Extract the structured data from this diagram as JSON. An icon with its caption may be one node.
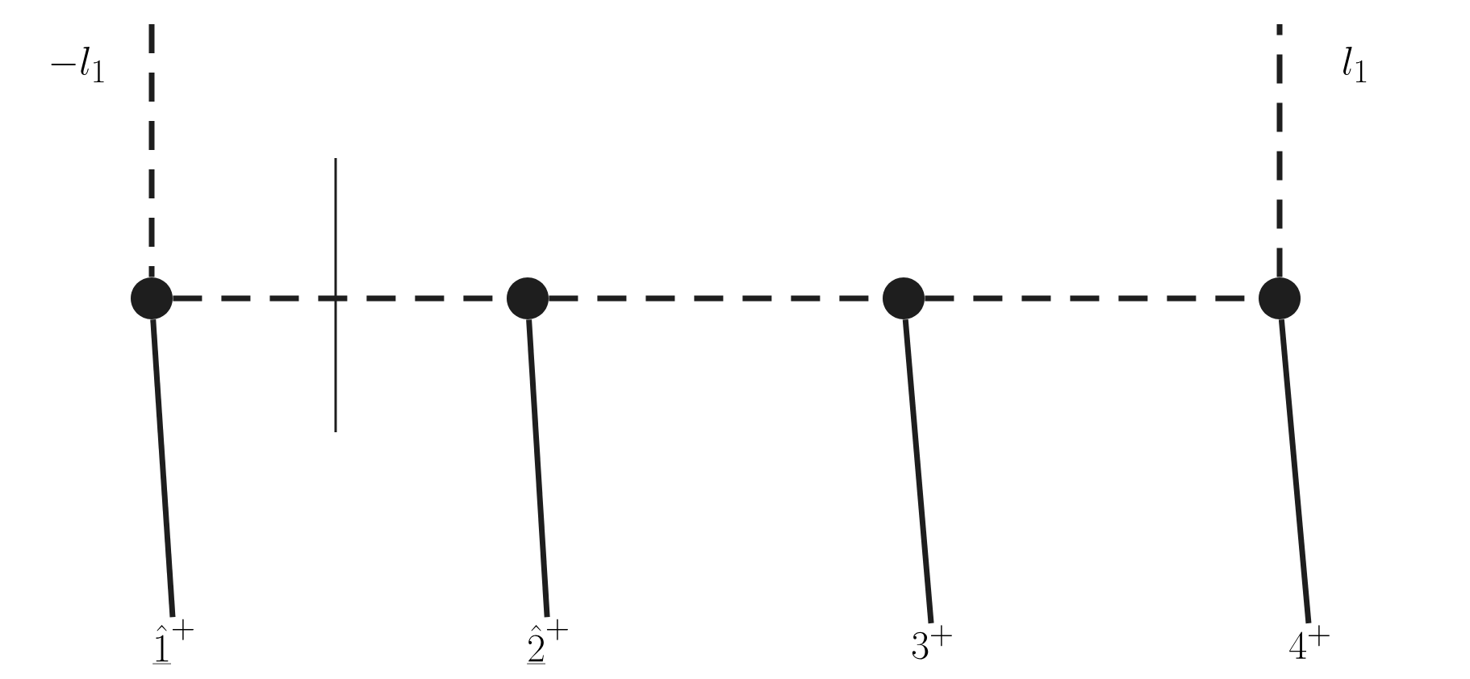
{
  "diagram": {
    "nodes": [
      {
        "text": [],
        "shape": "circle"
      },
      {
        "text": [],
        "shape": "circle"
      },
      {
        "text": [],
        "shape": "circle"
      },
      {
        "text": [],
        "shape": "circle"
      },
      {
        "text": [
          "\\underline{\\hat{1}}^{+}"
        ]
      },
      {
        "text": [
          "\\underline{\\hat{2}}^{+}"
        ]
      },
      {
        "text": [
          "3^{+}"
        ]
      },
      {
        "text": [
          "4^{+}"
        ]
      }
    ],
    "edges": [
      {
        "from": null,
        "to": 0,
        "arrow": "none",
        "style": "dashed",
        "label": "-l_1"
      },
      {
        "from": 0,
        "to": 1,
        "arrow": "none",
        "style": "dashed"
      },
      {
        "from": 1,
        "to": 2,
        "arrow": "none",
        "style": "dashed"
      },
      {
        "from": 2,
        "to": 3,
        "arrow": "none",
        "style": "dashed"
      },
      {
        "from": 3,
        "to": null,
        "arrow": "none",
        "style": "dashed",
        "label": "l_1"
      },
      {
        "from": 0,
        "to": 4,
        "arrow": "none"
      },
      {
        "from": 1,
        "to": 5,
        "arrow": "none"
      },
      {
        "from": 2,
        "to": 6,
        "arrow": "none"
      },
      {
        "from": 3,
        "to": 7,
        "arrow": "none"
      }
    ]
  }
}
